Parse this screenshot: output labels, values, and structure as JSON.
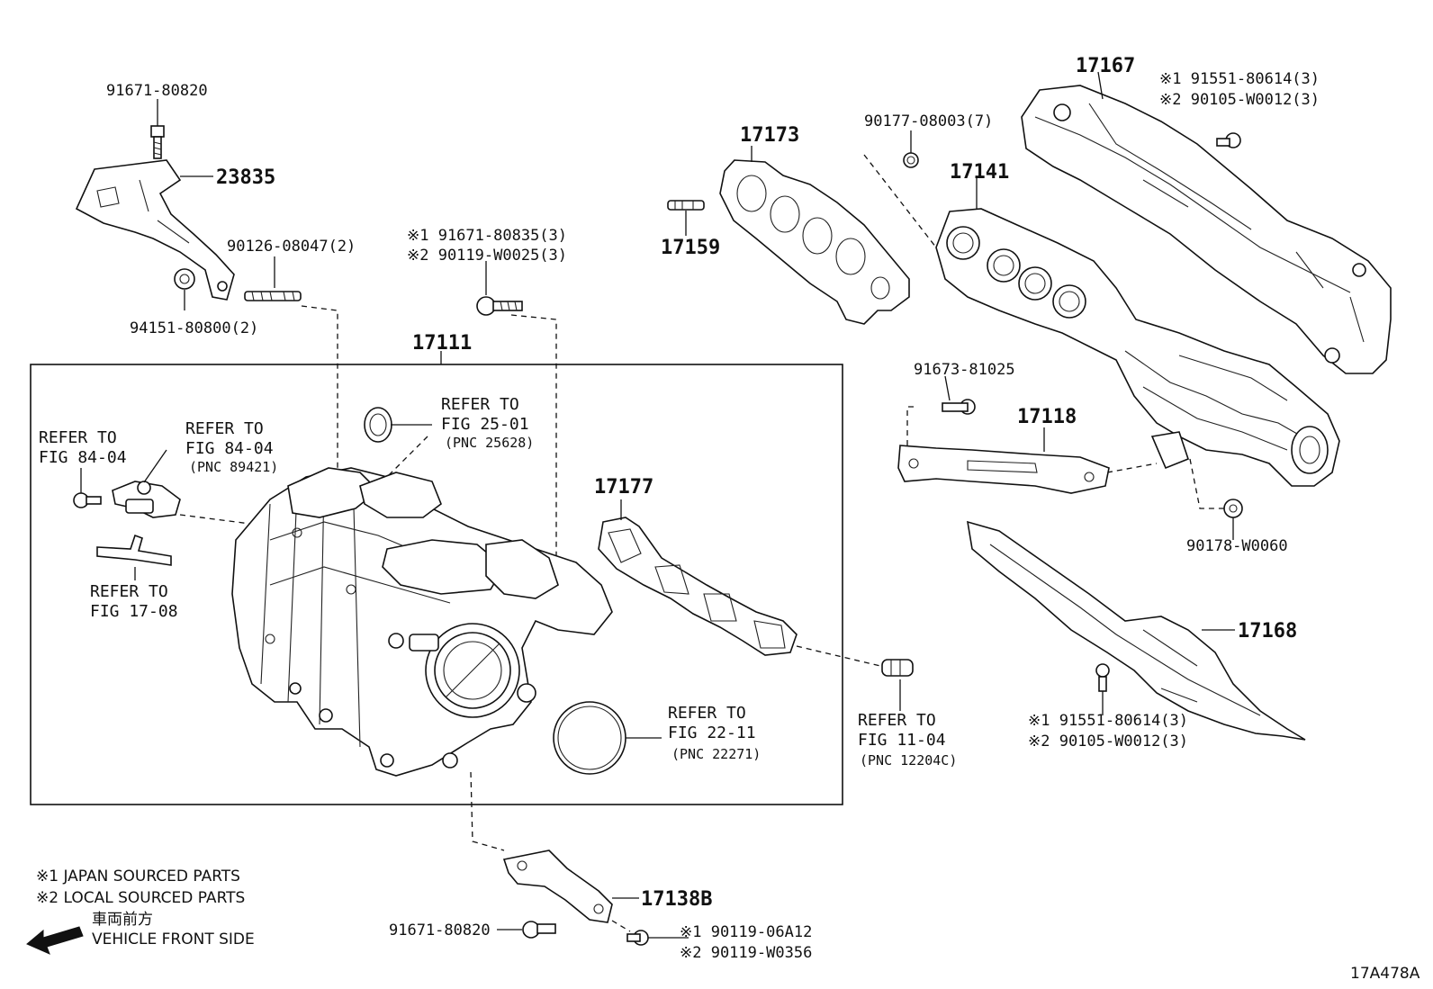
{
  "figure_code": "17A478A",
  "parts": {
    "p_91671_80820_top": "91671-80820",
    "p_23835": "23835",
    "p_90126": "90126-08047(2)",
    "p_94151": "94151-80800(2)",
    "p_17111": "17111",
    "bolt_group_top": {
      "l1": "※1 91671-80835(3)",
      "l2": "※2 90119-W0025(3)"
    },
    "p_17173": "17173",
    "p_17159": "17159",
    "p_90177": "90177-08003(7)",
    "p_17167": "17167",
    "heat_bolt_top": {
      "l1": "※1 91551-80614(3)",
      "l2": "※2 90105-W0012(3)"
    },
    "p_17141": "17141",
    "p_91673": "91673-81025",
    "p_17118": "17118",
    "p_90178": "90178-W0060",
    "p_17177": "17177",
    "p_17168": "17168",
    "heat_bolt_bottom": {
      "l1": "※1 91551-80614(3)",
      "l2": "※2 90105-W0012(3)"
    },
    "p_17138b": "17138B",
    "p_91671_80820_bottom": "91671-80820",
    "bolt_group_bottom": {
      "l1": "※1 90119-06A12",
      "l2": "※2 90119-W0356"
    }
  },
  "refs": {
    "fig_84_04_left": {
      "l1": "REFER TO",
      "l2": "FIG 84-04"
    },
    "fig_84_04_sensor": {
      "l1": "REFER TO",
      "l2": "FIG 84-04",
      "pnc": "(PNC 89421)"
    },
    "fig_25_01": {
      "l1": "REFER TO",
      "l2": "FIG 25-01",
      "pnc": "(PNC 25628)"
    },
    "fig_17_08": {
      "l1": "REFER TO",
      "l2": "FIG 17-08"
    },
    "fig_22_11": {
      "l1": "REFER TO",
      "l2": "FIG 22-11",
      "pnc": "(PNC 22271)"
    },
    "fig_11_04": {
      "l1": "REFER TO",
      "l2": "FIG 11-04",
      "pnc": "(PNC 12204C)"
    }
  },
  "legend": {
    "note1": "※1 JAPAN SOURCED PARTS",
    "note2": "※2 LOCAL SOURCED PARTS",
    "front_jp": "車両前方",
    "front_en": "VEHICLE FRONT SIDE"
  }
}
